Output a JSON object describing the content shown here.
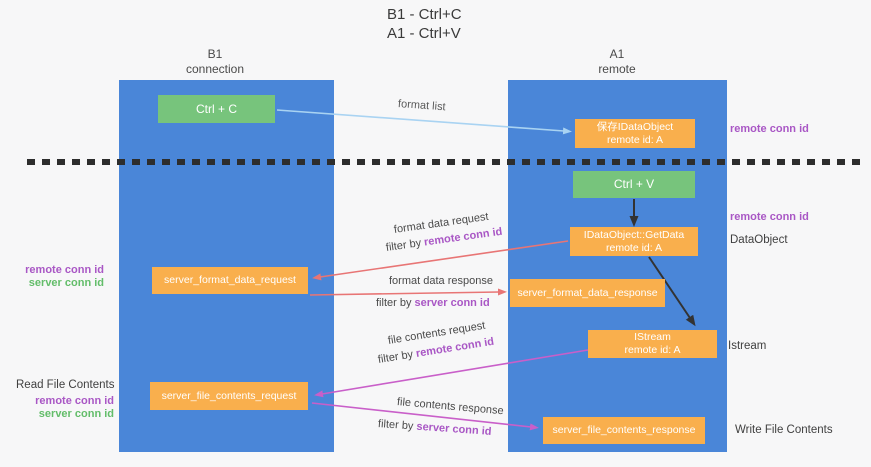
{
  "title": {
    "line1": "B1 - Ctrl+C",
    "line2": "A1 - Ctrl+V"
  },
  "lanes": {
    "left": {
      "name_line1": "B1",
      "name_line2": "connection"
    },
    "right": {
      "name_line1": "A1",
      "name_line2": "remote"
    }
  },
  "nodes": {
    "ctrl_c": {
      "label": "Ctrl + C"
    },
    "ctrl_v": {
      "label": "Ctrl + V"
    },
    "save_idataobject": {
      "line1": "保存IDataObject",
      "line2": "remote id: A"
    },
    "getdata": {
      "line1": "IDataObject::GetData",
      "line2": "remote id: A"
    },
    "istream": {
      "line1": "IStream",
      "line2": "remote id: A"
    },
    "server_format_data_request": {
      "label": "server_format_data_request"
    },
    "server_format_data_response": {
      "label": "server_format_data_response"
    },
    "server_file_contents_request": {
      "label": "server_file_contents_request"
    },
    "server_file_contents_response": {
      "label": "server_file_contents_response"
    }
  },
  "flow_labels": {
    "format_list": "format list",
    "format_data_request": "format data request",
    "format_data_response": "format data response",
    "file_contents_request": "file contents request",
    "file_contents_response": "file contents response",
    "filter_by": "filter by ",
    "remote_conn_id": "remote conn id",
    "server_conn_id": "server conn id"
  },
  "side_labels": {
    "remote_conn_id_top": "remote conn id",
    "remote_conn_id_mid": "remote conn id",
    "dataobject": "DataObject",
    "istream": "Istream",
    "write_file_contents": "Write File Contents",
    "read_file_contents": "Read File Contents",
    "legend_mid": {
      "remote": "remote conn id",
      "server": "server conn id"
    },
    "legend_bottom": {
      "remote": "remote conn id",
      "server": "server conn id"
    }
  },
  "colors": {
    "background": "#f7f7f8",
    "lane_blue": "#4a86d8",
    "node_green": "#77c47c",
    "node_orange": "#f9af4d",
    "arrow_light_blue": "#a9d3f2",
    "arrow_black": "#333333",
    "arrow_red": "#e87575",
    "arrow_magenta": "#c95fc9",
    "text_purple": "#a957c5",
    "text_green": "#63bd6a",
    "dashed_line": "#2d2d2d"
  }
}
